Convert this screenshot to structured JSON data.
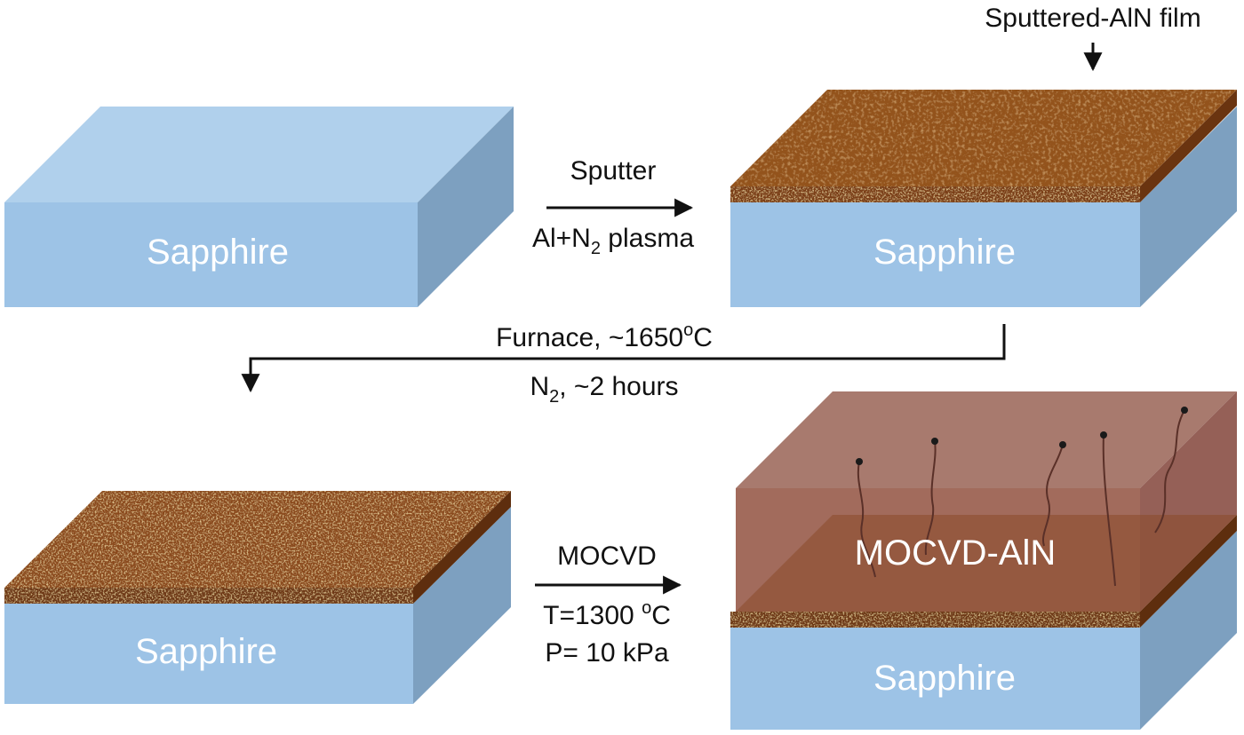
{
  "colors": {
    "sapphire_front": "#9dc3e6",
    "sapphire_top": "#b0d0ec",
    "sapphire_side": "#7da0c0",
    "aln_film": "#8a4a1c",
    "mocvd_layer": "#8c4a38",
    "arrow": "#111111",
    "label_white": "#ffffff"
  },
  "substrate_label": "Sapphire",
  "film_annotation": "Sputtered-AlN film",
  "step_sputter": {
    "top": "Sputter",
    "bottom_prefix": "Al+N",
    "bottom_sub": "2",
    "bottom_suffix": " plasma"
  },
  "step_furnace": {
    "top_prefix": "Furnace, ~1650",
    "top_sup": "o",
    "top_suffix": "C",
    "bottom_prefix": "N",
    "bottom_sub": "2",
    "bottom_suffix": ", ~2 hours"
  },
  "step_mocvd": {
    "top": "MOCVD",
    "temp_prefix": "T=1300 ",
    "temp_sup": "o",
    "temp_suffix": "C",
    "pressure": "P= 10 kPa"
  },
  "mocvd_layer_label": "MOCVD-AlN"
}
